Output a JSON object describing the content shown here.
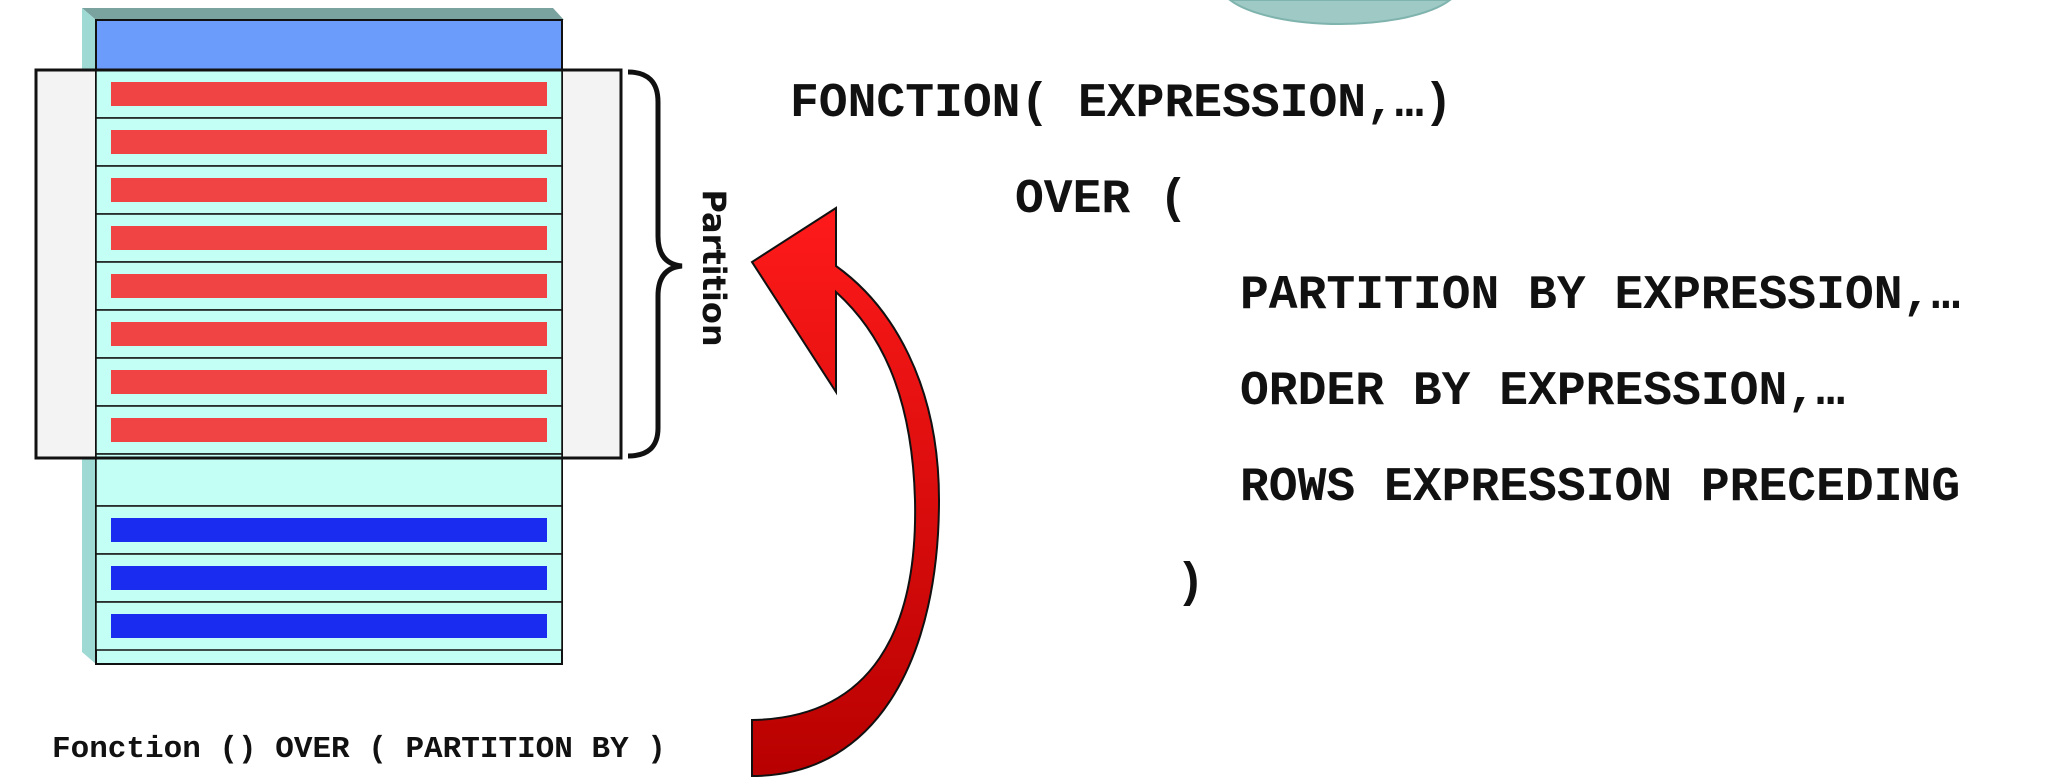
{
  "syntax": {
    "line1": "FONCTION( EXPRESSION,…)",
    "line2": "OVER (",
    "line3": "PARTITION BY EXPRESSION,…",
    "line4": "ORDER BY EXPRESSION,…",
    "line5": "ROWS EXPRESSION PRECEDING",
    "line6": ")"
  },
  "partition_label": "Partition",
  "caption": "Fonction () OVER ( PARTITION BY )",
  "table": {
    "partition_row_count": 8,
    "other_row_count": 3
  },
  "colors": {
    "header": "#6b9cfc",
    "table_body": "#c4fff6",
    "table_side": "#9fd9d3",
    "table_top": "#7aa3a0",
    "partition_row": "#f04444",
    "other_row": "#1a2cf0",
    "partition_overlay": "#f3f3f3",
    "arrow": "#e00000",
    "circle": "#9ec9c4"
  }
}
